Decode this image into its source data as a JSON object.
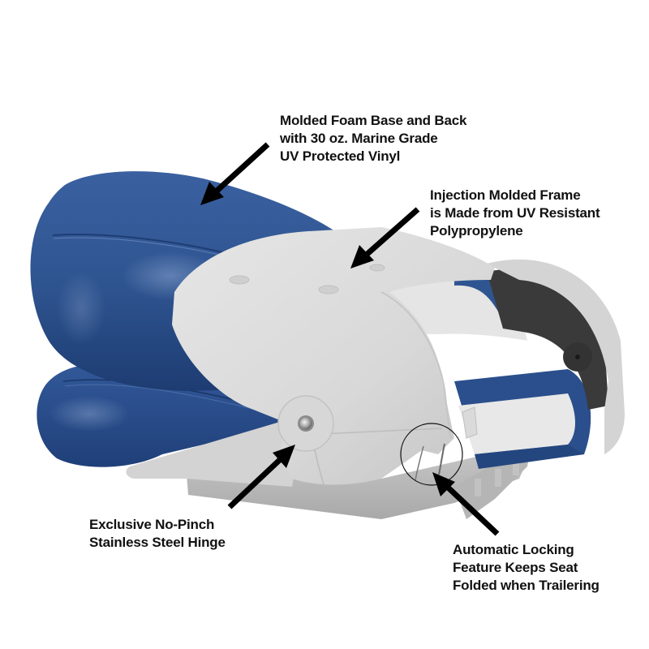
{
  "product": {
    "name": "Folding boat seat",
    "colors": {
      "vinyl_blue": "#2f5591",
      "vinyl_blue_dark": "#1e3d73",
      "vinyl_highlight": "#6f8fc0",
      "frame_gray": "#dcdcdc",
      "frame_shadow": "#b9b9b9",
      "interior_dark": "#3b3b3b",
      "insert_white": "#e9e9e9",
      "arrow": "#000000",
      "text": "#111111"
    }
  },
  "callouts": [
    {
      "id": "foam",
      "lines": [
        "Molded Foam Base and Back",
        "with 30 oz. Marine Grade",
        "UV Protected Vinyl"
      ]
    },
    {
      "id": "frame",
      "lines": [
        "Injection Molded Frame",
        "is Made from UV Resistant",
        "Polypropylene"
      ]
    },
    {
      "id": "hinge",
      "lines": [
        "Exclusive No-Pinch",
        "Stainless Steel Hinge"
      ]
    },
    {
      "id": "lock",
      "lines": [
        "Automatic Locking",
        "Feature Keeps Seat",
        "Folded when Trailering"
      ]
    }
  ]
}
